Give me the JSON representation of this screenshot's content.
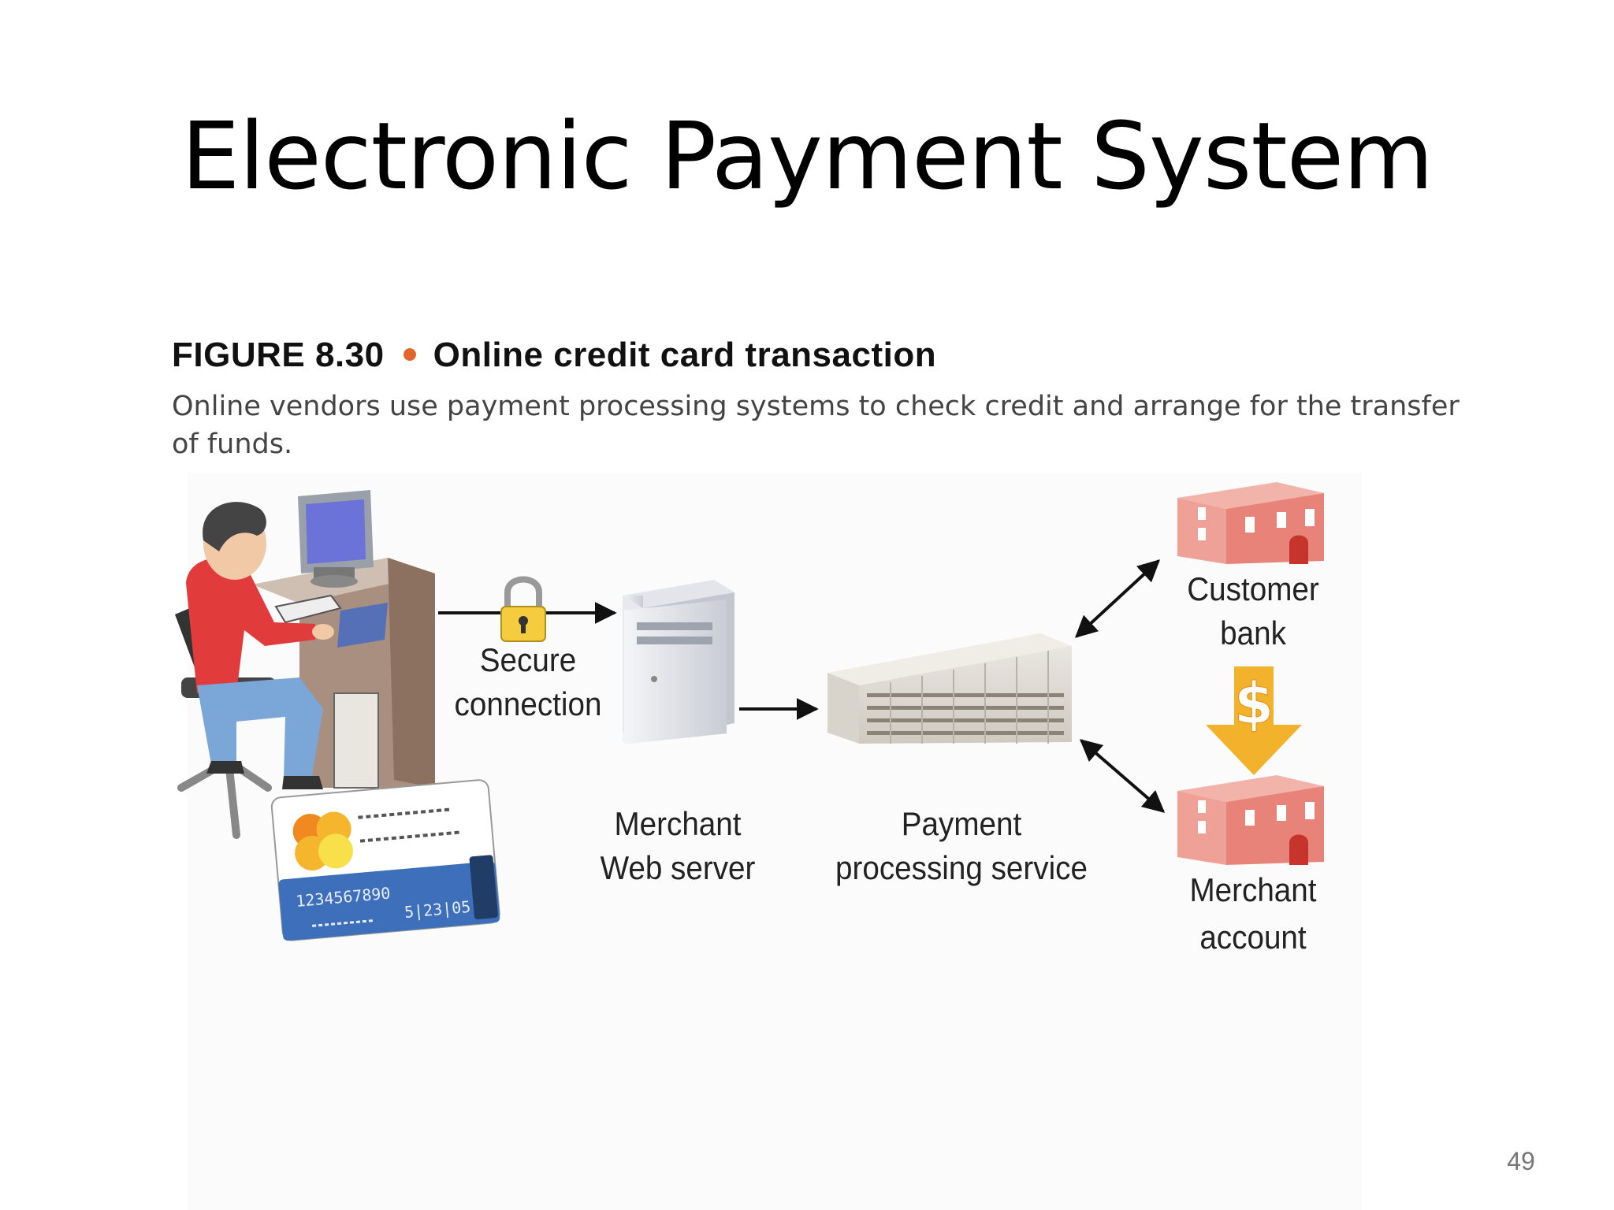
{
  "slide": {
    "title": "Electronic Payment System",
    "page_number": "49"
  },
  "figure": {
    "number": "FIGURE 8.30",
    "title": "Online credit card transaction",
    "description": "Online vendors use payment processing systems to check credit and arrange for the transfer of funds."
  },
  "nodes": {
    "secure_connection": [
      "Secure",
      "connection"
    ],
    "merchant_web_server": [
      "Merchant",
      "Web server"
    ],
    "payment_processing": [
      "Payment",
      "processing service"
    ],
    "customer_bank": [
      "Customer",
      "bank"
    ],
    "merchant_account": [
      "Merchant",
      "account"
    ]
  },
  "card": {
    "number": "1234567890",
    "expiry": "5|23|05"
  },
  "transfer_symbol": "$",
  "icons": [
    "user-at-computer-icon",
    "padlock-icon",
    "server-tower-icon",
    "office-building-icon",
    "bank-building-icon",
    "credit-card-icon",
    "dollar-arrow-icon"
  ],
  "colors": {
    "bullet": "#e0662d",
    "shirt": "#e23b3b",
    "bank": "#e8837a",
    "card_band": "#3e6fba",
    "dollar_arrow": "#f3b22b"
  }
}
